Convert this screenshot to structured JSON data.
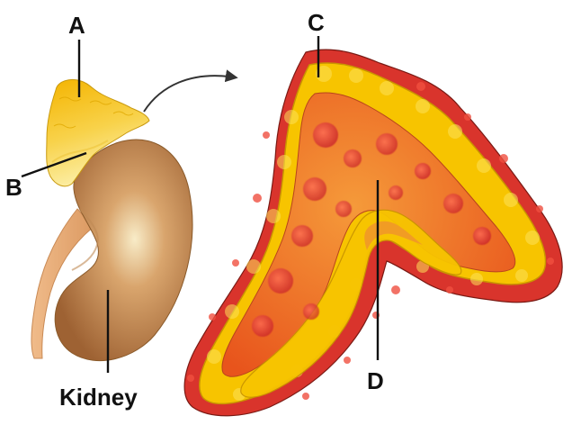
{
  "labels": {
    "a": "A",
    "b": "B",
    "c": "C",
    "d": "D",
    "kidney": "Kidney"
  },
  "colors": {
    "gland_outer": "#f7c400",
    "gland_inner": "#ee6a1e",
    "kidney": "#b0733f",
    "ureter": "#e7a771",
    "outline": "#8a5a2a",
    "leader_line": "#111111",
    "arrow": "#333333"
  }
}
